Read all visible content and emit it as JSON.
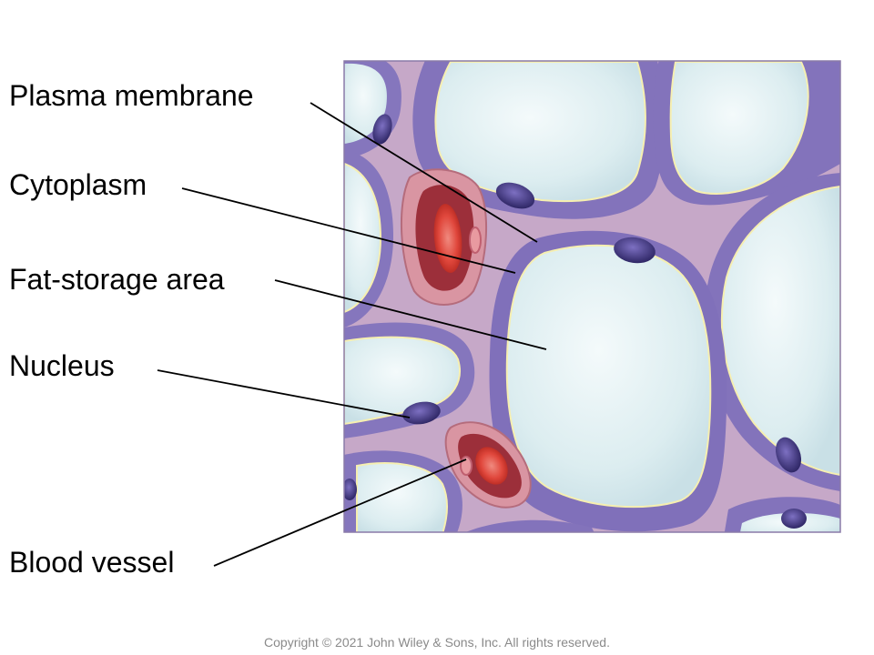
{
  "labels": {
    "plasma_membrane": "Plasma membrane",
    "cytoplasm": "Cytoplasm",
    "fat_storage_area": "Fat-storage area",
    "nucleus": "Nucleus",
    "blood_vessel": "Blood vessel"
  },
  "copyright": "Copyright © 2021 John Wiley & Sons, Inc. All rights reserved.",
  "colors": {
    "background_tissue": "#c9aac9",
    "cell_membrane": "#7f6fb8",
    "fat_droplet": "#e8f3f5",
    "nucleus": "#4a3f8a",
    "blood_vessel_wall": "#d98c9a",
    "red_blood_cell": "#e0473c"
  }
}
